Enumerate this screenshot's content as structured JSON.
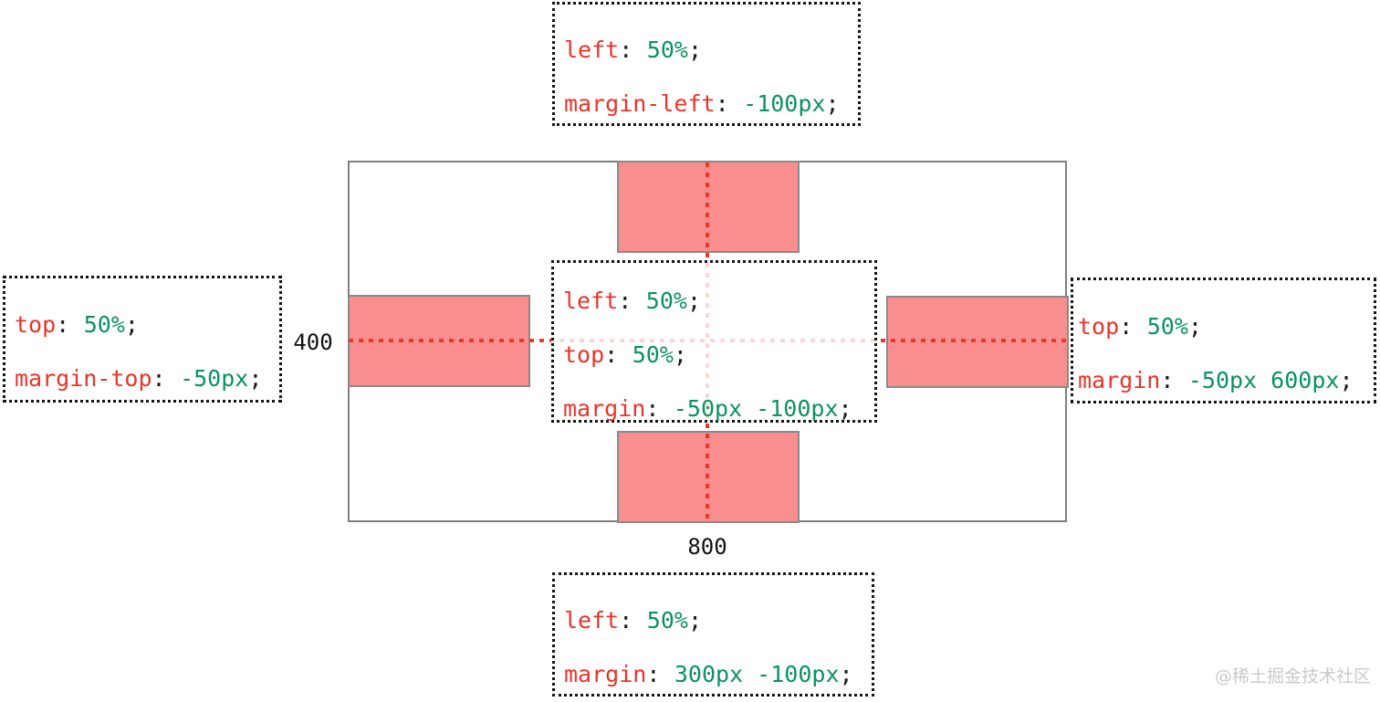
{
  "diagram": {
    "description": "CSS absolute centering diagram",
    "container": {
      "width_label": "800",
      "height_label": "400"
    },
    "punct": {
      "colon": ":",
      "semicolon": ";"
    },
    "code_boxes": {
      "top": {
        "lines": [
          {
            "property": "left",
            "value": "50%"
          },
          {
            "property": "margin-left",
            "value": "-100px"
          }
        ]
      },
      "left": {
        "lines": [
          {
            "property": "top",
            "value": "50%"
          },
          {
            "property": "margin-top",
            "value": "-50px"
          }
        ]
      },
      "center": {
        "lines": [
          {
            "property": "left",
            "value": "50%"
          },
          {
            "property": "top",
            "value": "50%"
          },
          {
            "property": "margin",
            "value": "-50px -100px"
          }
        ]
      },
      "right": {
        "lines": [
          {
            "property": "top",
            "value": "50%"
          },
          {
            "property": "margin",
            "value": "-50px 600px"
          }
        ]
      },
      "bottom": {
        "lines": [
          {
            "property": "left",
            "value": "50%"
          },
          {
            "property": "margin",
            "value": "300px -100px"
          }
        ]
      }
    },
    "watermark": "@稀土掘金技术社区",
    "colors": {
      "property_red": "#e8342a",
      "value_green": "#0c9161",
      "punctuation_black": "#1a1a1a",
      "box_fill": "#fa8d8d",
      "box_border": "#8a8a8a",
      "container_border": "#7f7f7f",
      "guide_line_red": "#e83a2b",
      "dotted_border": "#141414",
      "watermark_gray": "#c9c9c9"
    }
  }
}
